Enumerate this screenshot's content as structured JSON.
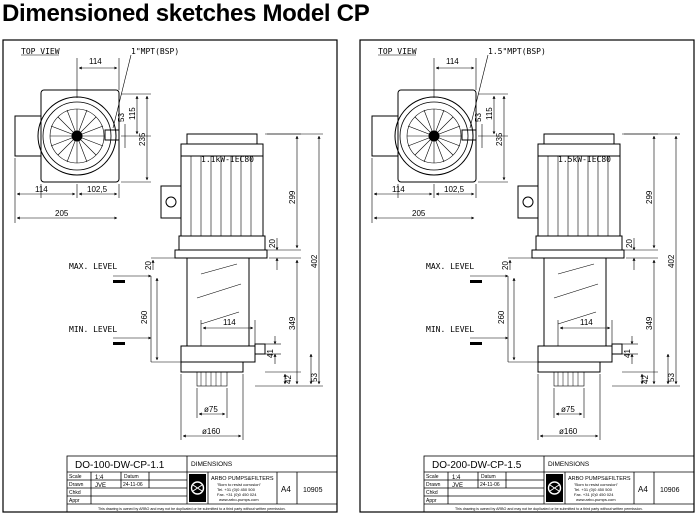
{
  "page": {
    "title": "Dimensioned sketches Model CP"
  },
  "sheets": [
    {
      "top_view_label": "TOP VIEW",
      "thread_label": "1\"MPT(BSP)",
      "motor_label": "1.1kW-IEC80",
      "max_level_label": "MAX. LEVEL",
      "min_level_label": "MIN. LEVEL",
      "dims": {
        "d114_top": "114",
        "d53": "53",
        "d115": "115",
        "d235": "235",
        "d114_bottom": "114",
        "d102_5": "102,5",
        "d205": "205",
        "d299": "299",
        "d20a": "20",
        "d20b": "20",
        "d260": "260",
        "d114_outlet": "114",
        "d349": "349",
        "d402": "402",
        "d41": "41",
        "d42": "42",
        "d53b": "53",
        "d75": "ø75",
        "d160": "ø160"
      },
      "title_block": {
        "drawing_no": "DO-100-DW-CP-1.1",
        "description": "DIMENSIONS",
        "scale_label": "Scale",
        "scale": "1:4",
        "datum_label": "Datum",
        "drawn_label": "Drawn",
        "drawn": "JVE",
        "date": "24-11-06",
        "chkd_label": "Chkd",
        "appr_label": "Appr",
        "company": "ARBO PUMPS&FILTERS",
        "tagline": "\"Born to resist corrosion\"",
        "tel": "Tel. +31 (0)0 450 500",
        "fax": "Fax. +31 (0)0 450 024",
        "web": "www.arbo-pumps.com",
        "size": "A4",
        "number": "10905",
        "footer": "This drawing is owned by ARBO and may not be duplicated or be submitted to a third party without written permission."
      }
    },
    {
      "top_view_label": "TOP VIEW",
      "thread_label": "1.5\"MPT(BSP)",
      "motor_label": "1.5kW-IEC80",
      "max_level_label": "MAX. LEVEL",
      "min_level_label": "MIN. LEVEL",
      "dims": {
        "d114_top": "114",
        "d53": "53",
        "d115": "115",
        "d235": "235",
        "d114_bottom": "114",
        "d102_5": "102,5",
        "d205": "205",
        "d299": "299",
        "d20a": "20",
        "d20b": "20",
        "d260": "260",
        "d114_outlet": "114",
        "d349": "349",
        "d402": "402",
        "d41": "41",
        "d42": "42",
        "d53b": "53",
        "d75": "ø75",
        "d160": "ø160"
      },
      "title_block": {
        "drawing_no": "DO-200-DW-CP-1.5",
        "description": "DIMENSIONS",
        "scale_label": "Scale",
        "scale": "1:4",
        "datum_label": "Datum",
        "drawn_label": "Drawn",
        "drawn": "JVE",
        "date": "24-11-06",
        "chkd_label": "Chkd",
        "appr_label": "Appr",
        "company": "ARBO PUMPS&FILTERS",
        "tagline": "\"Born to resist corrosion\"",
        "tel": "Tel. +31 (0)0 450 500",
        "fax": "Fax. +31 (0)0 450 024",
        "web": "www.arbo-pumps.com",
        "size": "A4",
        "number": "10906",
        "footer": "This drawing is owned by ARBO and may not be duplicated or be submitted to a third party without written permission."
      }
    }
  ]
}
